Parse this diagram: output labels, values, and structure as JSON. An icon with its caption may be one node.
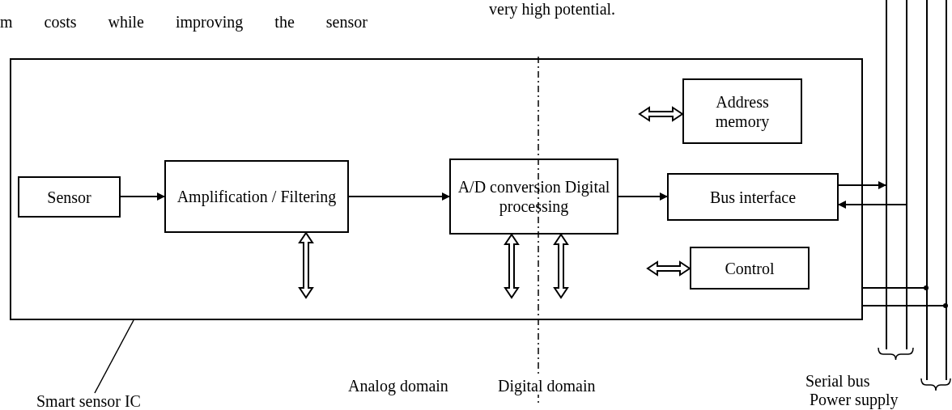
{
  "diagram": {
    "nodes": [
      {
        "text": [],
        "shape": "box"
      },
      {
        "text": [
          "Sensor"
        ],
        "in": 0
      },
      {
        "text": [
          "Amplification / Filtering"
        ],
        "in": 0
      },
      {
        "text": [
          "A/D conversion Digital processing"
        ],
        "in": 0
      },
      {
        "text": [
          "Address memory"
        ],
        "in": 0
      },
      {
        "text": [
          "Bus interface"
        ],
        "in": 0
      },
      {
        "text": [
          "Control"
        ],
        "in": 0
      },
      {
        "text": [
          "Smart sensor IC"
        ]
      },
      {
        "text": [],
        "shape": "bar"
      },
      {
        "text": [],
        "shape": "bar"
      },
      {
        "text": [],
        "shape": "bar"
      },
      {
        "text": [],
        "shape": "bar"
      }
    ],
    "edges": [
      {
        "from": 1,
        "to": 2,
        "arrow": "to"
      },
      {
        "from": 2,
        "to": 3,
        "arrow": "to"
      },
      {
        "from": 3,
        "to": 5,
        "arrow": "to"
      },
      {
        "from": 5,
        "to": 8,
        "arrow": "to"
      },
      {
        "from": 9,
        "to": 5,
        "arrow": "to"
      },
      {
        "from": 0,
        "to": 10,
        "arrow": "other"
      },
      {
        "from": 0,
        "to": 11,
        "arrow": "other"
      },
      {
        "from": null,
        "to": 4,
        "arrow": "both"
      },
      {
        "from": null,
        "to": 6,
        "arrow": "both"
      },
      {
        "from": 2,
        "to": null,
        "arrow": "both"
      },
      {
        "from": 3,
        "to": null,
        "arrow": "both"
      },
      {
        "from": 3,
        "to": null,
        "arrow": "both"
      },
      {
        "from": 7,
        "to": 0,
        "arrow": "none"
      }
    ],
    "labels": [
      "m costs while improving the sensor",
      "very high potential.",
      "Analog domain",
      "Digital domain",
      "Serial bus",
      "Power supply"
    ]
  }
}
